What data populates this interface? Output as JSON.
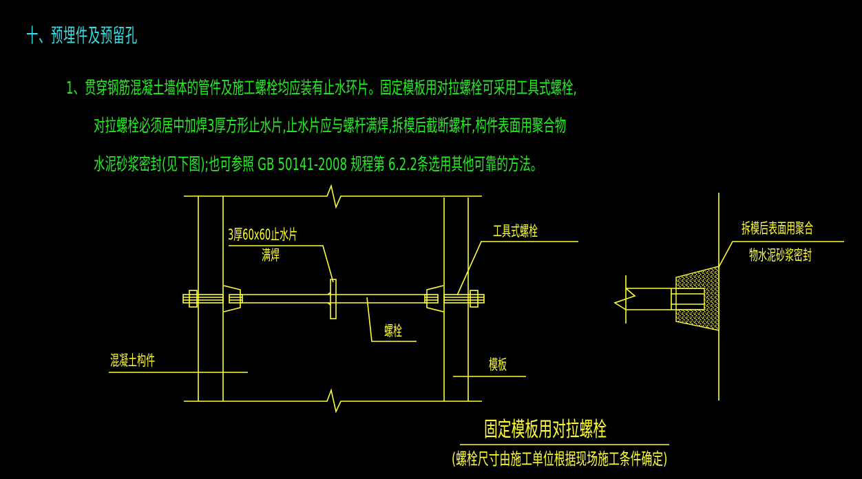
{
  "section_heading": "十、预埋件及预留孔",
  "notes": {
    "line1": "1、贯穿钢筋混凝土墙体的管件及施工螺栓均应装有止水环片。固定模板用对拉螺栓可采用工具式螺栓,",
    "line2": "对拉螺栓必须居中加焊3厚方形止水片,止水片应与螺杆满焊,拆模后截断螺杆,构件表面用聚合物",
    "line3": "水泥砂浆密封(见下图);也可参照 GB 50141-2008 规程第 6.2.2条选用其他可靠的方法。"
  },
  "drawing": {
    "labels": {
      "water_stop_plate": "3厚60x60止水片",
      "full_weld": "满焊",
      "tool_bolt": "工具式螺栓",
      "bolt": "螺栓",
      "concrete_member": "混凝土构件",
      "formwork": "模板",
      "seal_line1": "拆模后表面用聚合",
      "seal_line2": "物水泥砂浆密封"
    },
    "title": "固定模板用对拉螺栓",
    "subtitle": "(螺栓尺寸由施工单位根据现场施工条件确定)"
  },
  "colors": {
    "background": "#000000",
    "heading": "#2fe0e6",
    "notes": "#22ee22",
    "linework": "#ffff33"
  }
}
